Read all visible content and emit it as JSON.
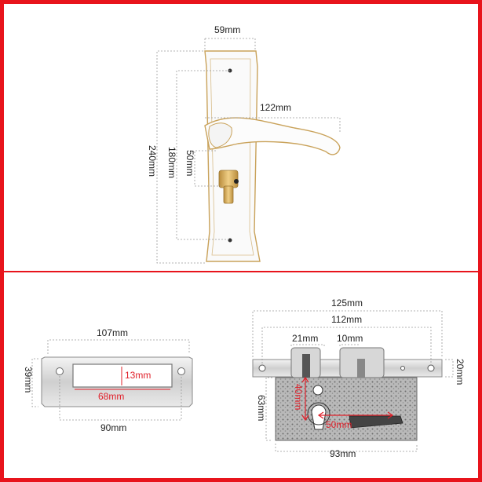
{
  "handle": {
    "width_label": "59mm",
    "lever_length_label": "122mm",
    "total_height_label": "240mm",
    "hole_spacing_label": "180mm",
    "center_distance_label": "50mm"
  },
  "strike_plate": {
    "length_label": "107mm",
    "height_label": "39mm",
    "opening_height_label": "13mm",
    "opening_length_label": "68mm",
    "hole_spacing_label": "90mm"
  },
  "lock_body": {
    "faceplate_length_label": "125mm",
    "hole_spacing_label": "112mm",
    "latch_width_label": "21mm",
    "bolt_width_label": "10mm",
    "faceplate_width_label": "20mm",
    "body_height_label": "63mm",
    "backset_label": "40mm",
    "center_distance_label": "50mm",
    "body_length_label": "93mm"
  },
  "colors": {
    "border": "#e8141c",
    "accent_red": "#e0202a",
    "gold": "#c9a25a"
  }
}
